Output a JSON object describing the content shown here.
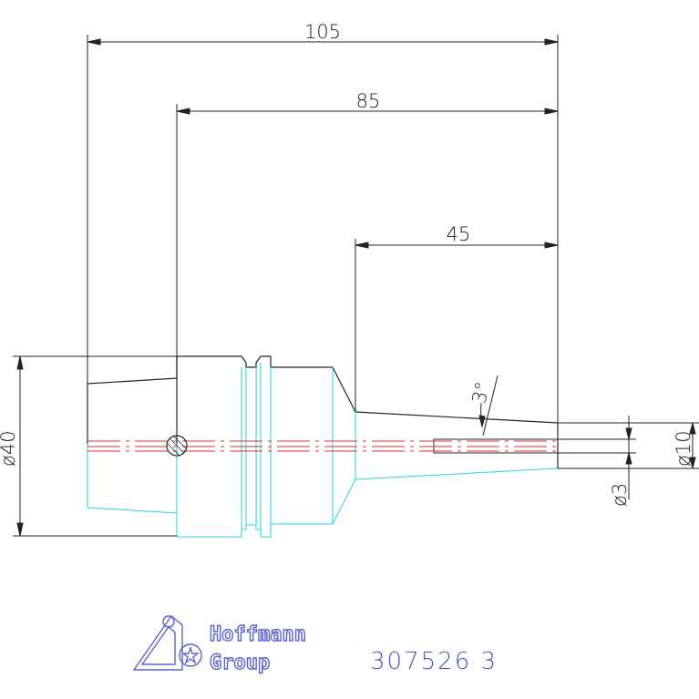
{
  "dimensions": {
    "overall_length": "105",
    "length_2": "85",
    "length_3": "45",
    "diameter_shank": "ø40",
    "diameter_bore": "ø10",
    "diameter_inner": "ø3",
    "taper_angle": "3°"
  },
  "logo": {
    "line1": "Hoffmann",
    "line2": "Group"
  },
  "part_number": "307526 3",
  "colors": {
    "outline_visible": "#1a2a3a",
    "outline_hidden": "#22d4e0",
    "centerline": "#e03030",
    "dimension": "#222222",
    "brand": "#4a55c8"
  }
}
